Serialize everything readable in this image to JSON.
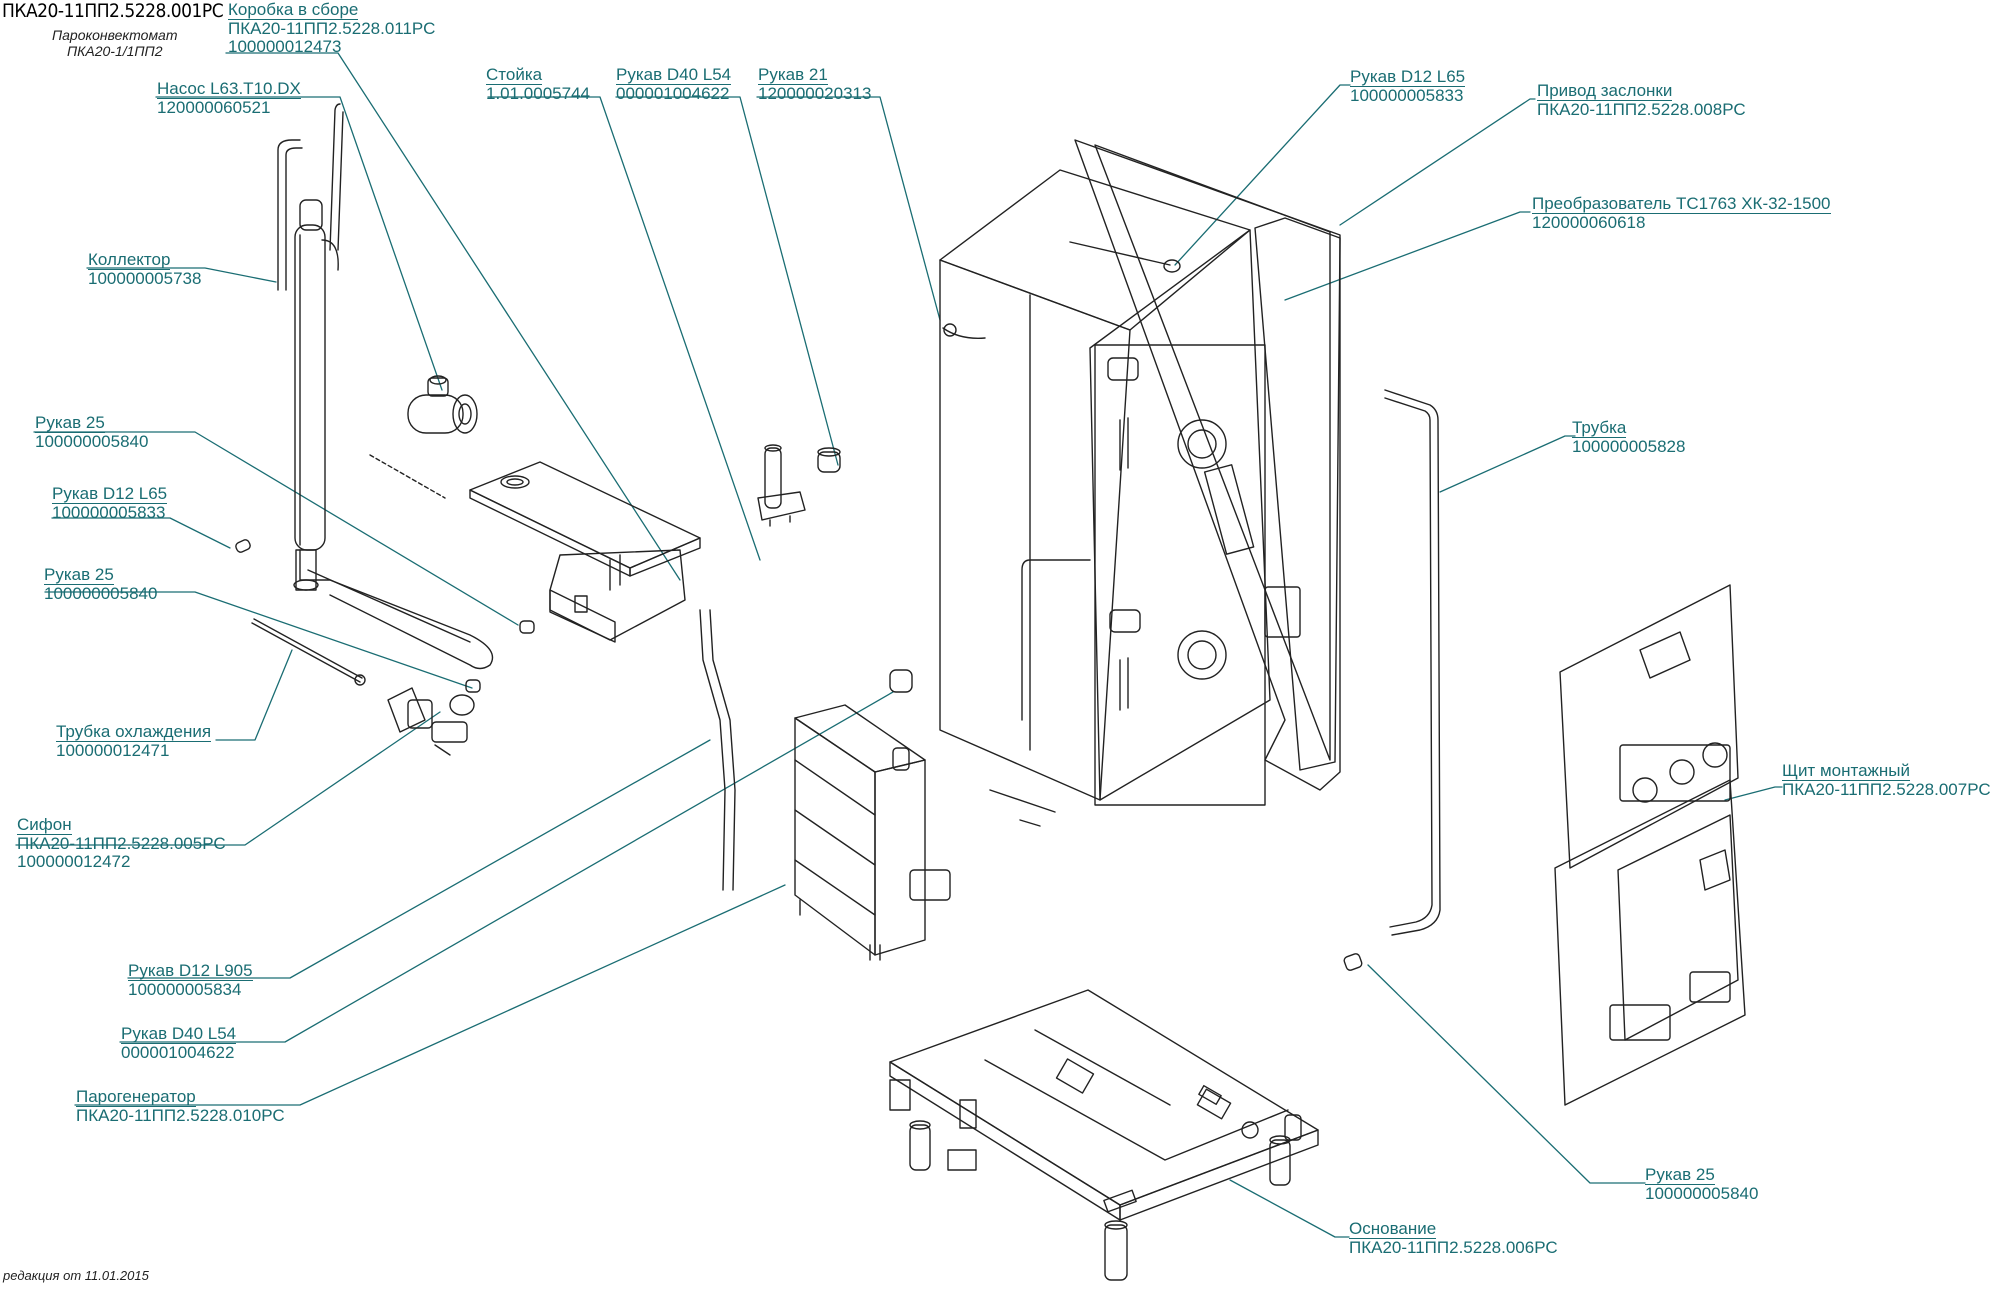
{
  "document": {
    "title": "ПКА20-11ПП2.5228.001РС",
    "subtitle_line1": "Пароконвектомат",
    "subtitle_line2": "ПКА20-1/1ПП2",
    "revision_note": "редакция от 11.01.2015"
  },
  "colors": {
    "callout": "#1a6d73",
    "drawing": "#222222",
    "background": "#ffffff"
  },
  "parts": [
    {
      "id": "korobka",
      "name": "Коробка в сборе",
      "code1": "ПКА20-11ПП2.5228.011РС",
      "code2": "100000012473"
    },
    {
      "id": "nasos",
      "name": "Насос L63.T10.DX",
      "code1": "120000060521"
    },
    {
      "id": "stoyka",
      "name": "Стойка",
      "code1": "1.01.0005744"
    },
    {
      "id": "rukav-d40-top",
      "name": "Рукав D40 L54",
      "code1": "000001004622"
    },
    {
      "id": "rukav-21",
      "name": "Рукав 21",
      "code1": "120000020313"
    },
    {
      "id": "rukav-d12-l65-top",
      "name": "Рукав D12 L65",
      "code1": "100000005833"
    },
    {
      "id": "privod",
      "name": "Привод заслонки",
      "code1": "ПКА20-11ПП2.5228.008РС"
    },
    {
      "id": "preobrazovatel",
      "name": "Преобразователь ТС1763 ХК-32-1500",
      "code1": "120000060618"
    },
    {
      "id": "kollektor",
      "name": "Коллектор",
      "code1": "100000005738"
    },
    {
      "id": "rukav25-a",
      "name": "Рукав 25",
      "code1": "100000005840"
    },
    {
      "id": "rukav-d12-l65-left",
      "name": "Рукав D12 L65",
      "code1": "100000005833"
    },
    {
      "id": "rukav25-b",
      "name": "Рукав 25",
      "code1": "100000005840"
    },
    {
      "id": "trubka-ohl",
      "name": "Трубка охлаждения",
      "code1": "100000012471"
    },
    {
      "id": "sifon",
      "name": "Сифон",
      "code1": "ПКА20-11ПП2.5228.005РС",
      "code2": "100000012472"
    },
    {
      "id": "rukav-d12-l905",
      "name": "Рукав D12 L905",
      "code1": "100000005834"
    },
    {
      "id": "rukav-d40-bottom",
      "name": "Рукав D40 L54",
      "code1": "000001004622"
    },
    {
      "id": "parogenerator",
      "name": "Парогенератор",
      "code1": "ПКА20-11ПП2.5228.010РС"
    },
    {
      "id": "trubka",
      "name": "Трубка",
      "code1": "100000005828"
    },
    {
      "id": "shchit",
      "name": "Щит монтажный",
      "code1": "ПКА20-11ПП2.5228.007РС"
    },
    {
      "id": "rukav25-c",
      "name": "Рукав 25",
      "code1": "100000005840"
    },
    {
      "id": "osnovanie",
      "name": "Основание",
      "code1": "ПКА20-11ПП2.5228.006РС"
    }
  ]
}
